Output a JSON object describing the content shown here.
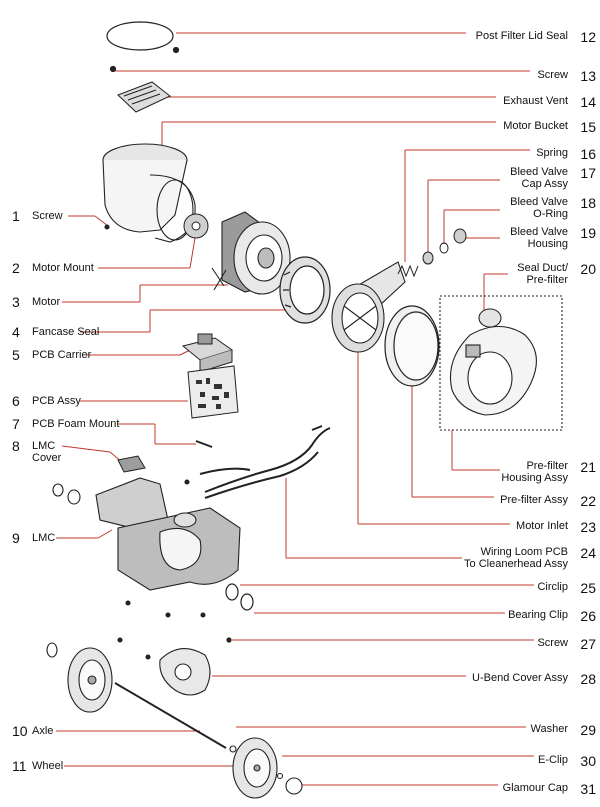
{
  "parts": [
    {
      "no": "1",
      "name": "Screw"
    },
    {
      "no": "2",
      "name": "Motor Mount"
    },
    {
      "no": "3",
      "name": "Motor"
    },
    {
      "no": "4",
      "name": "Fancase Seal"
    },
    {
      "no": "5",
      "name": "PCB Carrier"
    },
    {
      "no": "6",
      "name": "PCB Assy"
    },
    {
      "no": "7",
      "name": "PCB Foam Mount"
    },
    {
      "no": "8",
      "name": "LMC\nCover"
    },
    {
      "no": "9",
      "name": "LMC"
    },
    {
      "no": "10",
      "name": "Axle"
    },
    {
      "no": "11",
      "name": "Wheel"
    },
    {
      "no": "12",
      "name": "Post Filter Lid Seal"
    },
    {
      "no": "13",
      "name": "Screw"
    },
    {
      "no": "14",
      "name": "Exhaust Vent"
    },
    {
      "no": "15",
      "name": "Motor Bucket"
    },
    {
      "no": "16",
      "name": "Spring"
    },
    {
      "no": "17",
      "name": "Bleed Valve\nCap Assy"
    },
    {
      "no": "18",
      "name": "Bleed Valve\nO-Ring"
    },
    {
      "no": "19",
      "name": "Bleed Valve\nHousing"
    },
    {
      "no": "20",
      "name": "Seal Duct/\nPre-filter"
    },
    {
      "no": "21",
      "name": "Pre-filter\nHousing Assy"
    },
    {
      "no": "22",
      "name": "Pre-filter Assy"
    },
    {
      "no": "23",
      "name": "Motor Inlet"
    },
    {
      "no": "24",
      "name": "Wiring Loom PCB\nTo Cleanerhead Assy"
    },
    {
      "no": "25",
      "name": "Circlip"
    },
    {
      "no": "26",
      "name": "Bearing Clip"
    },
    {
      "no": "27",
      "name": "Screw"
    },
    {
      "no": "28",
      "name": "U-Bend Cover Assy"
    },
    {
      "no": "29",
      "name": "Washer"
    },
    {
      "no": "30",
      "name": "E-Clip"
    },
    {
      "no": "31",
      "name": "Glamour Cap"
    }
  ],
  "colors": {
    "leader": "#c0392b",
    "ink": "#222222",
    "part_fill": "#ffffff",
    "part_shade": "#8a8a8a"
  }
}
